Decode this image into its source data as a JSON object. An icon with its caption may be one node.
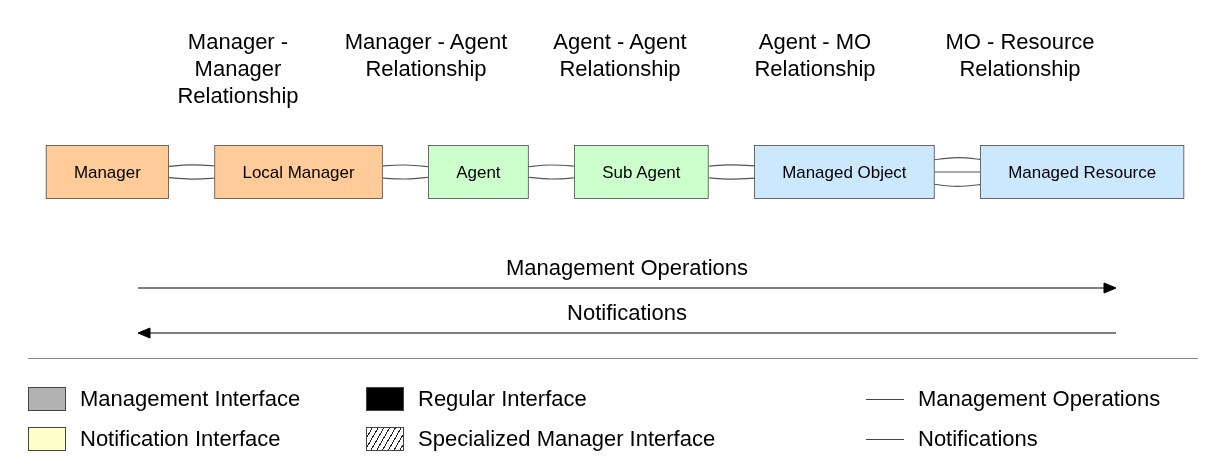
{
  "diagram": {
    "nodes": [
      {
        "text": [
          "Manager"
        ]
      },
      {
        "text": [
          "Local Manager"
        ]
      },
      {
        "text": [
          "Agent"
        ]
      },
      {
        "text": [
          "Sub Agent"
        ]
      },
      {
        "text": [
          "Managed Object"
        ]
      },
      {
        "text": [
          "Managed Resource"
        ]
      }
    ],
    "edges": [
      {
        "from": 0,
        "to": 1,
        "arrow": "none"
      },
      {
        "from": 0,
        "to": 1,
        "arrow": "none"
      },
      {
        "from": 1,
        "to": 2,
        "arrow": "none"
      },
      {
        "from": 1,
        "to": 2,
        "arrow": "none"
      },
      {
        "from": 2,
        "to": 3,
        "arrow": "none"
      },
      {
        "from": 2,
        "to": 3,
        "arrow": "none"
      },
      {
        "from": 3,
        "to": 4,
        "arrow": "none"
      },
      {
        "from": 3,
        "to": 4,
        "arrow": "none"
      },
      {
        "from": 4,
        "to": 5,
        "arrow": "none"
      },
      {
        "from": 4,
        "to": 5,
        "arrow": "none"
      },
      {
        "from": 4,
        "to": 5,
        "arrow": "none"
      }
    ],
    "labels": [
      "Manager - Manager Relationship",
      "Manager - Agent Relationship",
      "Agent - Agent Relationship",
      "Agent - MO Relationship",
      "MO - Resource Relationship",
      "Management Operations",
      "Notifications"
    ],
    "legend": [
      {
        "text": "Management Interface",
        "color": "#b3b3b3"
      },
      {
        "text": "Regular Interface",
        "color": "#000000"
      },
      {
        "text": "Management Operations"
      },
      {
        "text": "Notification Interface",
        "color": "#ffffcc"
      },
      {
        "text": "Specialized Manager Interface"
      },
      {
        "text": "Notifications"
      }
    ]
  }
}
